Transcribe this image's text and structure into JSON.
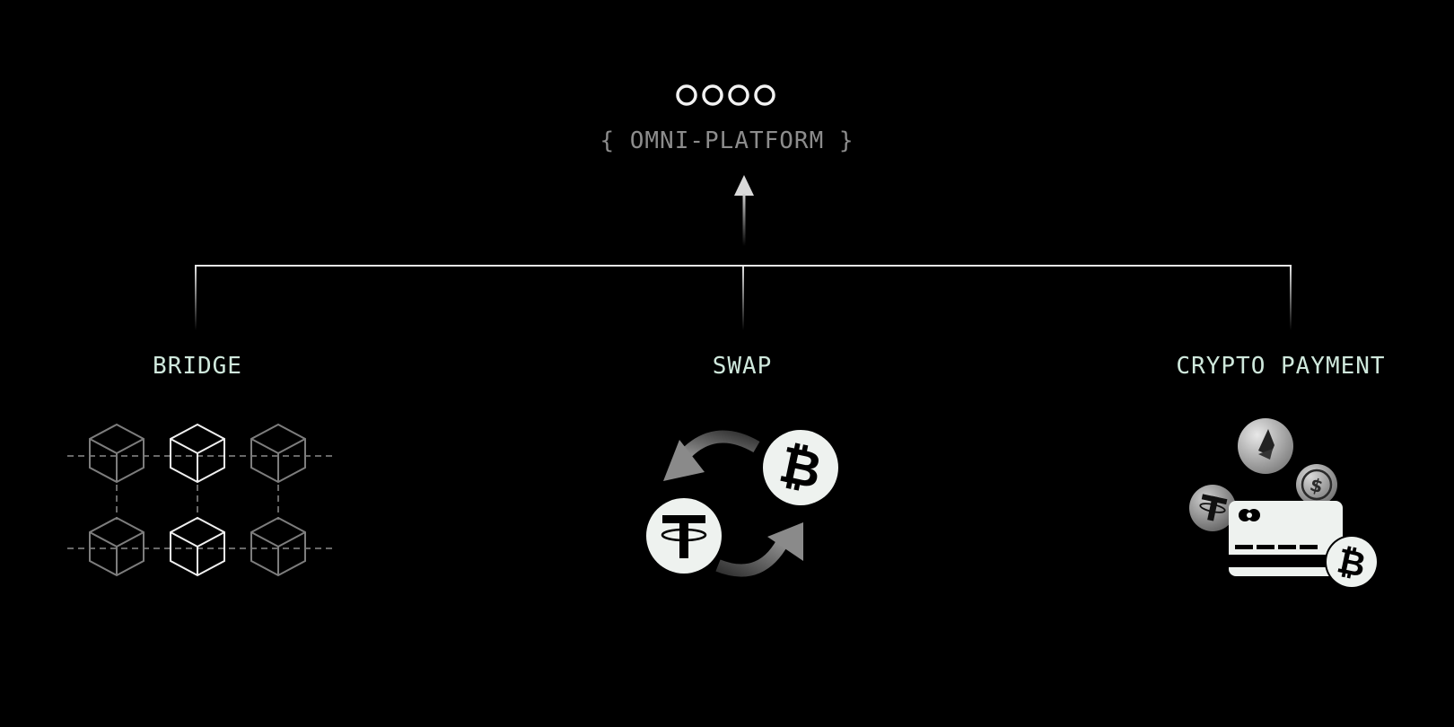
{
  "header": {
    "logo_name": "oooo-logo-icon",
    "platform_title": "{ OMNI-PLATFORM }"
  },
  "branches": [
    {
      "label": "BRIDGE",
      "illustration": "blockchain-cubes-grid"
    },
    {
      "label": "SWAP",
      "illustration": "tether-bitcoin-swap"
    },
    {
      "label": "CRYPTO PAYMENT",
      "illustration": "card-with-crypto-coins"
    }
  ],
  "colors": {
    "background": "#000000",
    "label": "#cfe8dc",
    "subtitle": "#8c8c8c",
    "line": "#e6e6e6",
    "coin_fill": "#eef2ef"
  }
}
